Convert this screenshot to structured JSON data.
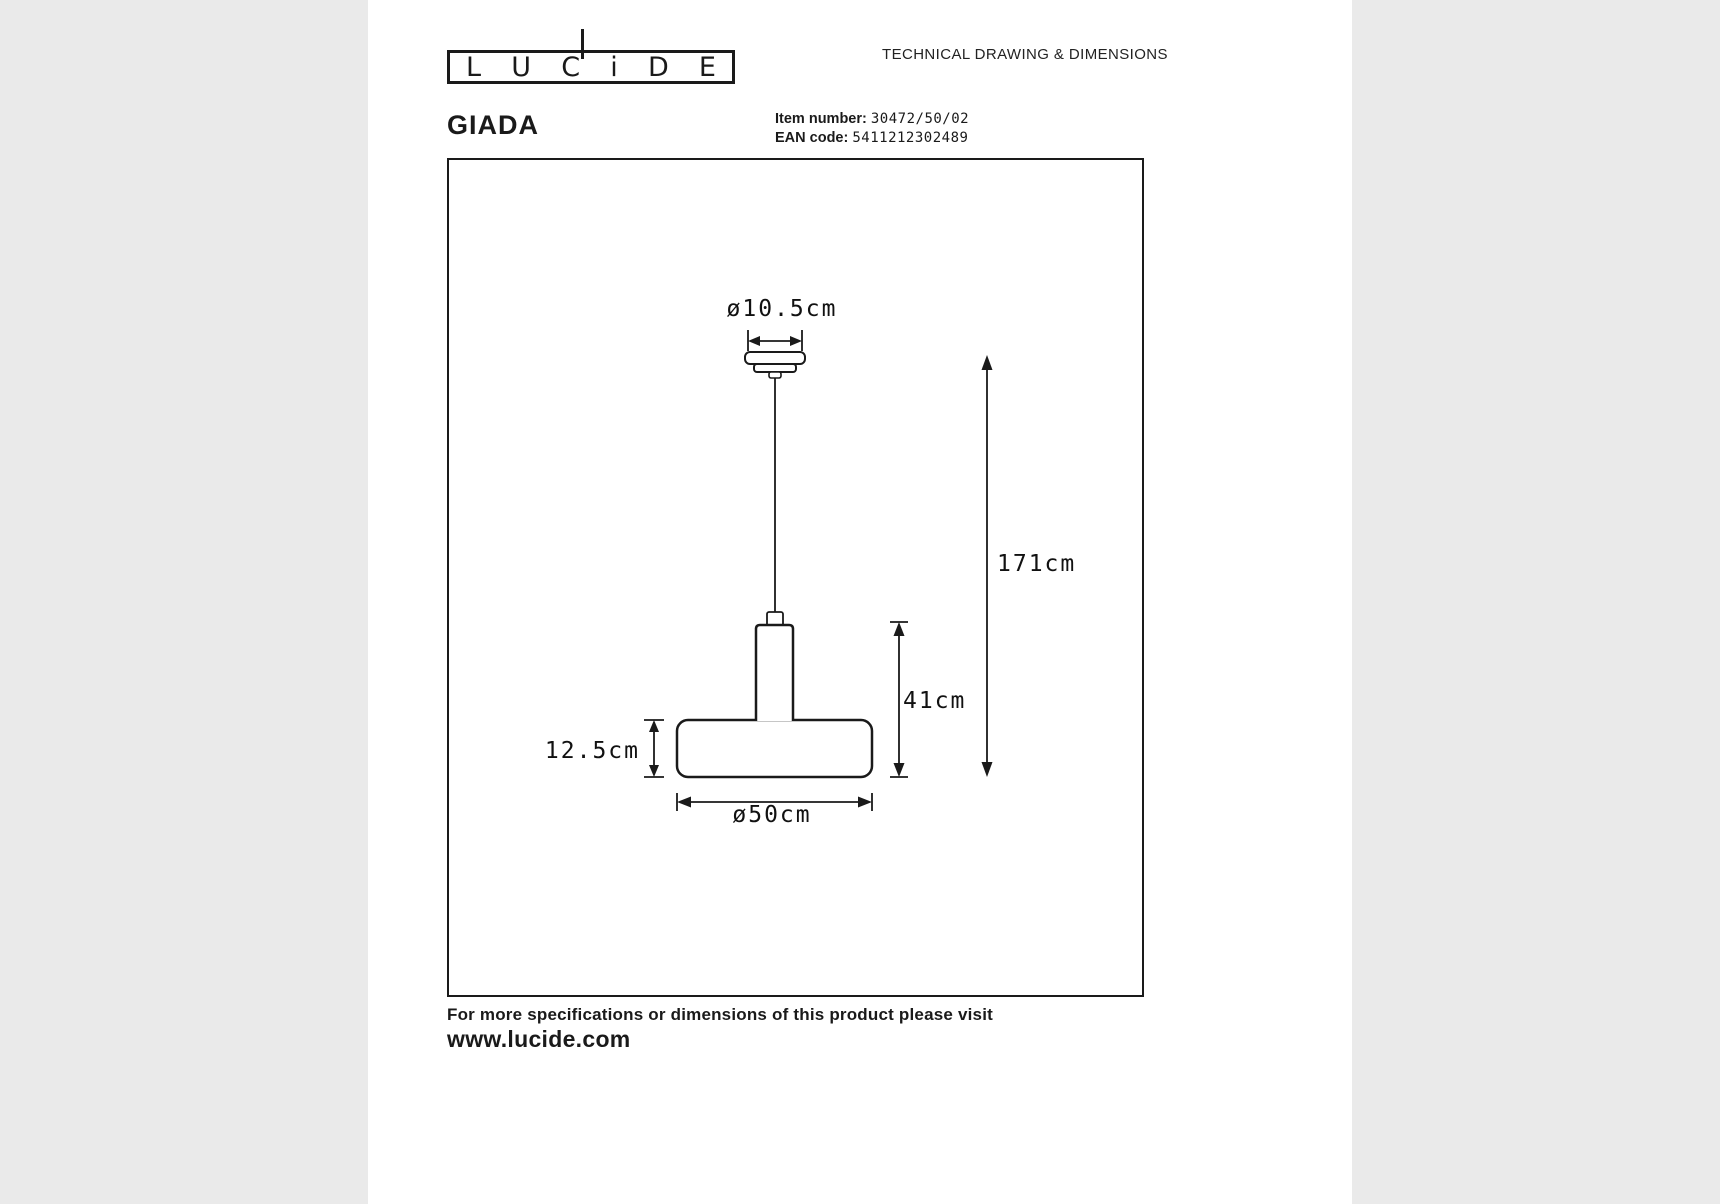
{
  "colors": {
    "ink": "#1a1a1a",
    "page_bg": "#ffffff",
    "margin_bg": "#eaeaea"
  },
  "header": {
    "logo": {
      "name": "LUCIDE",
      "letters": [
        "L",
        "U",
        "C",
        "i",
        "D",
        "E"
      ]
    },
    "title": "TECHNICAL DRAWING & DIMENSIONS"
  },
  "product": {
    "name": "GIADA",
    "item_number_label": "Item number:",
    "item_number_value": "30472/50/02",
    "ean_label": "EAN code:",
    "ean_value": "5411212302489"
  },
  "drawing": {
    "labels": {
      "canopy_diameter": "ø10.5cm",
      "total_height": "171cm",
      "fixture_height": "41cm",
      "shade_height": "12.5cm",
      "shade_diameter": "ø50cm"
    }
  },
  "footer": {
    "line1": "For more specifications or dimensions of this product please visit",
    "line2": "www.lucide.com"
  }
}
